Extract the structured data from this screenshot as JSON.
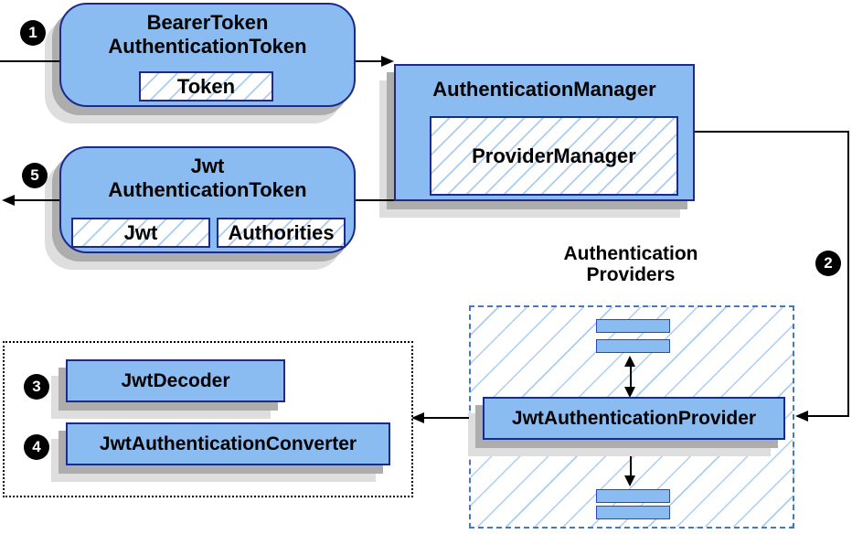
{
  "colors": {
    "box_fill": "#8ABCF2",
    "box_border": "#1B2A8E",
    "bar_border": "#2747BD",
    "hatch_line": "#A9CDF4",
    "dashed_border": "#4778BE",
    "shadow_dark": "#ADADAD",
    "shadow_light": "#DEDEDE",
    "line": "#000000"
  },
  "boxes": {
    "bearer_token": {
      "title": "BearerToken\nAuthenticationToken",
      "token": "Token"
    },
    "authentication_manager": {
      "title": "AuthenticationManager",
      "provider_manager": "ProviderManager"
    },
    "jwt_token": {
      "title": "Jwt\nAuthenticationToken",
      "jwt": "Jwt",
      "authorities": "Authorities"
    },
    "jwt_authentication_provider": {
      "label": "JwtAuthenticationProvider"
    },
    "jwt_decoder": {
      "label": "JwtDecoder"
    },
    "jwt_authentication_converter": {
      "label": "JwtAuthenticationConverter"
    }
  },
  "labels": {
    "providers_group": "Authentication\nProviders"
  },
  "steps": [
    "1",
    "2",
    "3",
    "4",
    "5"
  ]
}
